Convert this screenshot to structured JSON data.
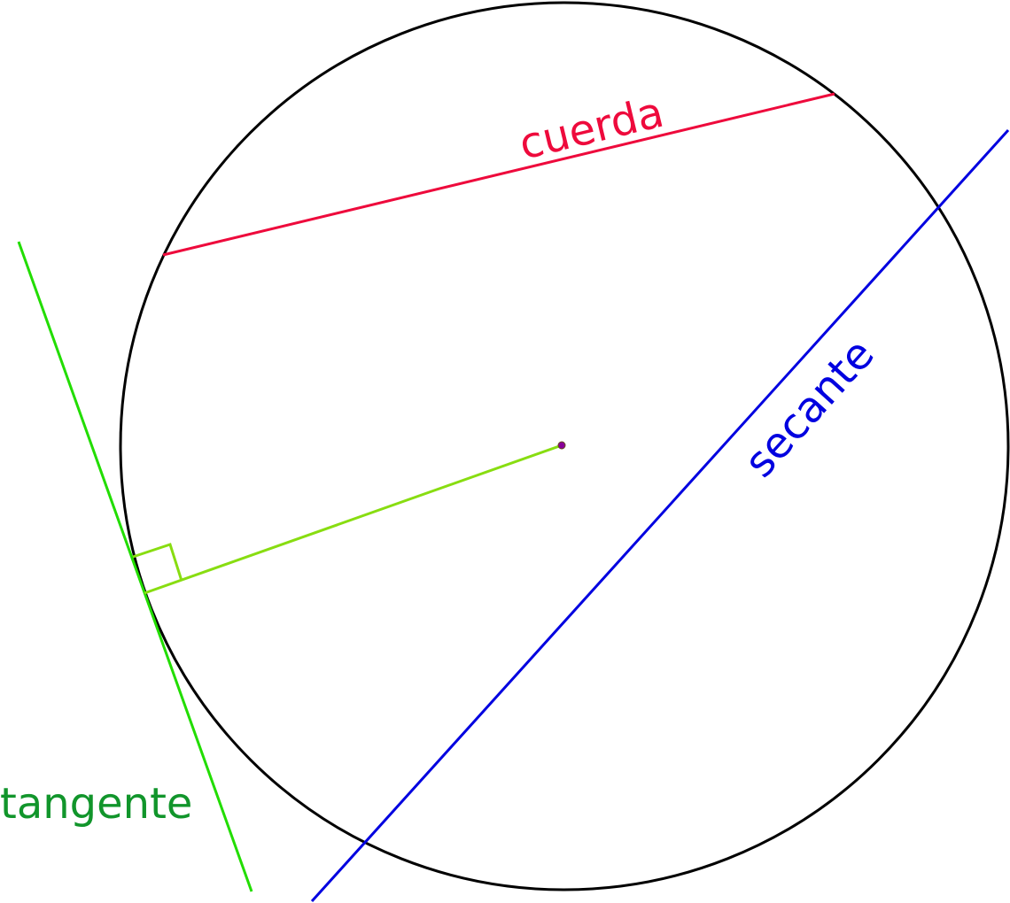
{
  "labels": {
    "chord": "cuerda",
    "secant": "secante",
    "tangent": "tangente"
  },
  "colors": {
    "circle": "#000000",
    "chord": "#ee0a3c",
    "secant": "#0000e0",
    "tangent_line": "#22dd00",
    "tangent_label": "#11952b",
    "radius": "#88dd11",
    "center_point": "#880099"
  },
  "elements": {
    "circle": "circle",
    "center": "center point",
    "radius": "radius to the point of tangency",
    "right_angle": "right-angle marker"
  }
}
